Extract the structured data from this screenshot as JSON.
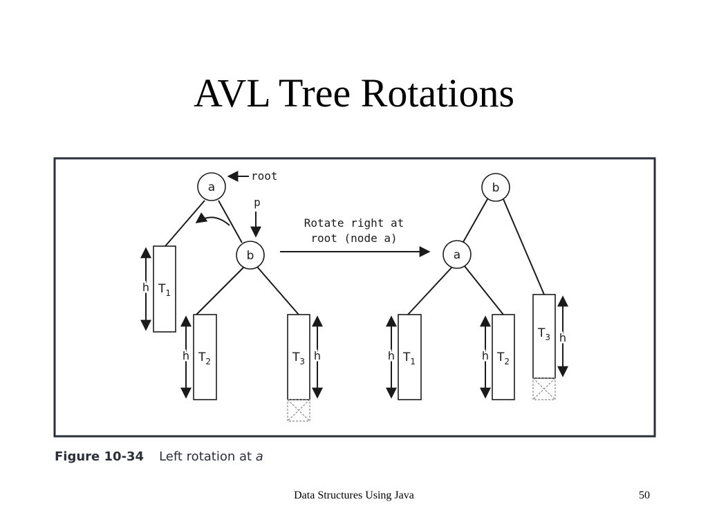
{
  "slide": {
    "title": "AVL Tree Rotations",
    "footer": "Data Structures Using Java",
    "page_number": "50"
  },
  "figure": {
    "caption_number": "Figure 10-34",
    "caption_text": "Left rotation at ",
    "caption_var": "a",
    "root_label": "root",
    "pointer_label": "p",
    "arrow_label_line1": "Rotate right at",
    "arrow_label_line2": "root (node a)",
    "height_label": "h",
    "before": {
      "root_node": "a",
      "child_node": "b",
      "subtrees": [
        "T",
        "T",
        "T"
      ],
      "subtree_subscripts": [
        "1",
        "2",
        "3"
      ]
    },
    "after": {
      "root_node": "b",
      "child_node": "a",
      "subtrees": [
        "T",
        "T",
        "T"
      ],
      "subtree_subscripts": [
        "1",
        "2",
        "3"
      ]
    }
  },
  "colors": {
    "frame": "#2a2f3a",
    "stroke": "#1a1a1a",
    "dashed": "#888888"
  }
}
